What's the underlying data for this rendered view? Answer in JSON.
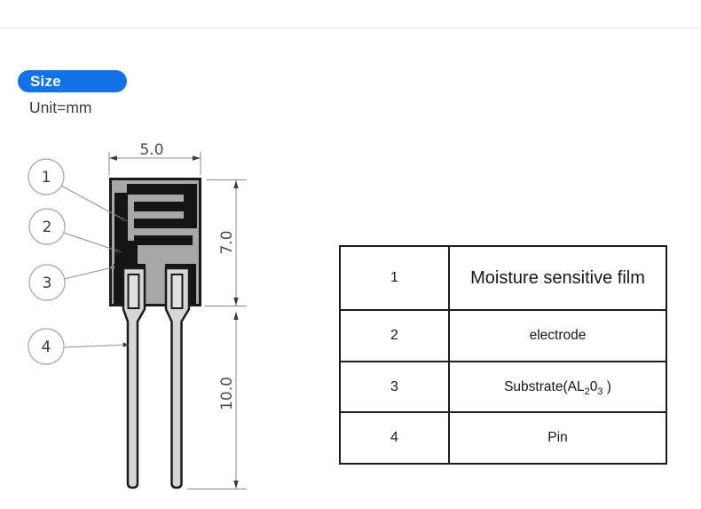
{
  "theme": {
    "badge": "#1173e8",
    "badge_text": "#ffffff",
    "unit_text": "#3c3c3c",
    "divider": "#e8e8e8",
    "body_fill": "#a8a8a8",
    "electrode": "#141414",
    "pin_fill": "#d6d6d6",
    "pin_inner": "#e0e0e0",
    "outline": "#1a1a1a",
    "dim_line": "#8a8a8a",
    "dim_arrow": "#3d3d3d",
    "dim_text": "#4e4b43",
    "leader": "#909090",
    "callout_stroke": "#a3a3a3",
    "callout_text": "#3a3a3a",
    "table_border": "#1c1c1c",
    "table_text": "#161616"
  },
  "header": {
    "badge_label": "Size",
    "unit_label": "Unit=mm"
  },
  "diagram": {
    "dimensions": {
      "width_label": "5.0",
      "height_label": "7.0",
      "pin_length_label": "10.0"
    },
    "callouts": [
      {
        "number": "1"
      },
      {
        "number": "2"
      },
      {
        "number": "3"
      },
      {
        "number": "4"
      }
    ]
  },
  "table": {
    "rows": [
      {
        "num": "1",
        "name": "Moisture sensitive film"
      },
      {
        "num": "2",
        "name": "electrode"
      },
      {
        "num": "3",
        "name_parts": {
          "pre": "Substrate(AL",
          "sub1": "2",
          "mid": "0",
          "sub2": "3",
          "post": " )"
        }
      },
      {
        "num": "4",
        "name": "Pin"
      }
    ]
  }
}
